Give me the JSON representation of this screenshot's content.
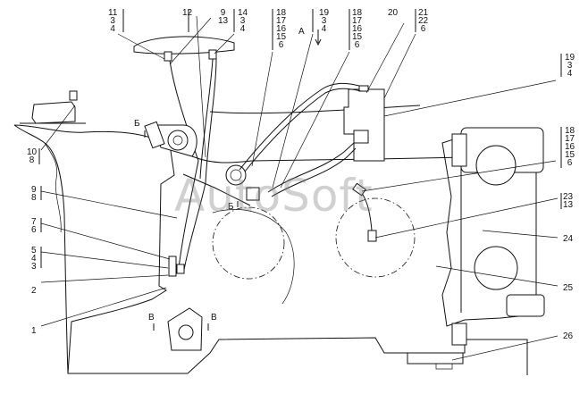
{
  "watermark": "AutoSoft",
  "view_marks": {
    "a": "А",
    "b": "Б",
    "v": "В"
  },
  "callouts": [
    {
      "id": "c1",
      "lines": [
        "11",
        "3",
        "4"
      ]
    },
    {
      "id": "c2",
      "lines": [
        "12"
      ]
    },
    {
      "id": "c3",
      "lines": [
        "9",
        "13"
      ]
    },
    {
      "id": "c4",
      "lines": [
        "14",
        "3",
        "4"
      ]
    },
    {
      "id": "c5",
      "lines": [
        "18",
        "17",
        "16",
        "15",
        "6"
      ]
    },
    {
      "id": "c6",
      "lines": [
        "19",
        "3",
        "4"
      ]
    },
    {
      "id": "c7",
      "lines": [
        "18",
        "17",
        "16",
        "15",
        "6"
      ]
    },
    {
      "id": "c8",
      "lines": [
        "20"
      ]
    },
    {
      "id": "c9",
      "lines": [
        "21",
        "22",
        "6"
      ]
    },
    {
      "id": "c10",
      "lines": [
        "19",
        "3",
        "4"
      ]
    },
    {
      "id": "c11",
      "lines": [
        "18",
        "17",
        "16",
        "15",
        "6"
      ]
    },
    {
      "id": "c12",
      "lines": [
        "10",
        "8"
      ]
    },
    {
      "id": "c13",
      "lines": [
        "9",
        "8"
      ]
    },
    {
      "id": "c14",
      "lines": [
        "7",
        "6"
      ]
    },
    {
      "id": "c15",
      "lines": [
        "5",
        "4",
        "3"
      ]
    },
    {
      "id": "c16",
      "lines": [
        "2"
      ]
    },
    {
      "id": "c17",
      "lines": [
        "1"
      ]
    },
    {
      "id": "c18",
      "lines": [
        "23",
        "13"
      ]
    },
    {
      "id": "c19",
      "lines": [
        "24"
      ]
    },
    {
      "id": "c20",
      "lines": [
        "25"
      ]
    },
    {
      "id": "c21",
      "lines": [
        "26"
      ]
    }
  ]
}
